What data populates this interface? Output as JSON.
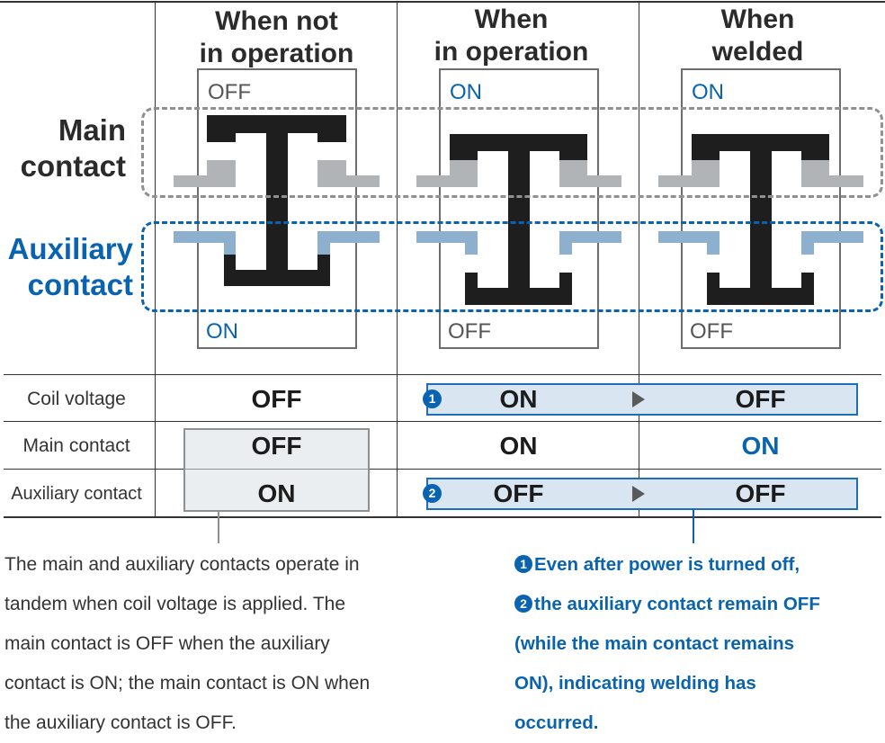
{
  "columns": [
    {
      "title_line1": "When not",
      "title_line2": "in operation",
      "main_state": "OFF",
      "aux_state": "ON"
    },
    {
      "title_line1": "When",
      "title_line2": "in operation",
      "main_state": "ON",
      "aux_state": "OFF"
    },
    {
      "title_line1": "When",
      "title_line2": "welded",
      "main_state": "ON",
      "aux_state": "OFF"
    }
  ],
  "row_labels": {
    "main_line1": "Main",
    "main_line2": "contact",
    "aux_line1": "Auxiliary",
    "aux_line2": "contact"
  },
  "table": {
    "rows": [
      {
        "label": "Coil voltage",
        "values": [
          "OFF",
          "ON",
          "OFF"
        ]
      },
      {
        "label": "Main contact",
        "values": [
          "OFF",
          "ON",
          "ON"
        ]
      },
      {
        "label": "Auxiliary contact",
        "values": [
          "ON",
          "OFF",
          "OFF"
        ]
      }
    ],
    "badges": [
      "1",
      "2"
    ]
  },
  "notes": {
    "left": [
      "The main and auxiliary contacts operate in",
      "tandem when coil voltage is applied. The",
      "main contact is OFF when the auxiliary",
      "contact is ON; the main contact is ON when",
      "the auxiliary contact is OFF."
    ],
    "right": {
      "badge1": "1",
      "line1": "Even after power is turned off,",
      "badge2": "2",
      "line2": "the auxiliary contact remain OFF",
      "line3": "(while the main contact remains",
      "line4": "ON), indicating welding has",
      "line5": "occurred."
    }
  },
  "colors": {
    "accent_blue": "#0a63b0",
    "contact_black": "#1e1e1e",
    "fixed_main_gray": "#b0b4b6",
    "fixed_aux_blue": "#8db0ce",
    "highlight_blue_bg": "#d9e6f1",
    "highlight_gray_bg": "#ebeef0"
  }
}
